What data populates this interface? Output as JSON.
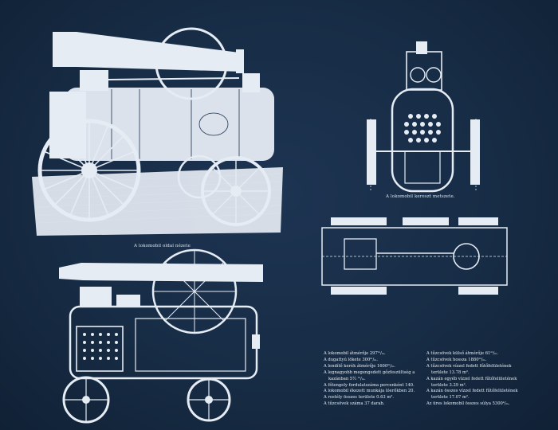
{
  "captions": {
    "side_view": "A lokomobil oldal nézete",
    "front_view": "A lokomobil kereszt metszete."
  },
  "specs_left": [
    {
      "text": "A lokomobil átmérője 297ᵐ/ₘ.",
      "indent": false
    },
    {
      "text": "A dugattyú lökete 300ᵐ/ₘ.",
      "indent": false
    },
    {
      "text": "A lendítő kerék átmérője 1600ᵐ/ₘ.",
      "indent": false
    },
    {
      "text": "A legnagyobb megengedett gőzfeszültség a",
      "indent": false
    },
    {
      "text": "kazánban 5½ ᵐ/ₘ.",
      "indent": true
    },
    {
      "text": "A főtengely fordulatszáma percenként 140.",
      "indent": false
    },
    {
      "text": "A lokomobil ékezett munkája lóerőkben 20.",
      "indent": false
    },
    {
      "text": "A rostély összes területe 0.63 m².",
      "indent": false
    },
    {
      "text": "A tűzcsövek száma 37 darab.",
      "indent": false
    }
  ],
  "specs_right": [
    {
      "text": "A tűzcsövek külső átmérője 61ᵐ/ₘ.",
      "indent": false
    },
    {
      "text": "A tűzcsövek hossza 1880ᵐ/ₘ.",
      "indent": false
    },
    {
      "text": "A tűzcsövek vízzel fedett fűtőfelületének",
      "indent": false
    },
    {
      "text": "területe 13.78 m².",
      "indent": true
    },
    {
      "text": "A kazán egyéb vízzel fedett fűtőfelületének",
      "indent": false
    },
    {
      "text": "területe 3.29 m².",
      "indent": true
    },
    {
      "text": "A kazán összes vízzel fedett fűtőfelületének",
      "indent": false
    },
    {
      "text": "területe 17.07 m².",
      "indent": true
    },
    {
      "text": "Az üres lokomobil összes súlya 5300ᵏ/ₘ.",
      "indent": false
    }
  ],
  "colors": {
    "background": "#172c45",
    "linework": "#e6ecf4"
  }
}
